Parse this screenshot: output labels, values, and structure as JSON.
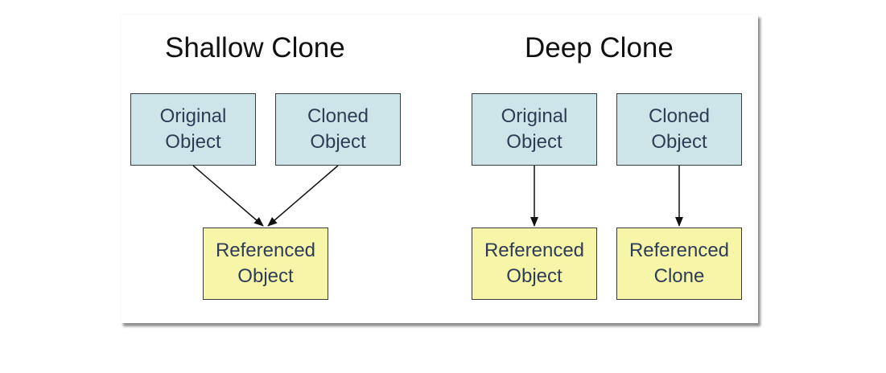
{
  "diagram": {
    "shallow": {
      "title": "Shallow Clone",
      "original": "Original\nObject",
      "cloned": "Cloned\nObject",
      "referenced": "Referenced\nObject"
    },
    "deep": {
      "title": "Deep Clone",
      "original": "Original\nObject",
      "cloned": "Cloned\nObject",
      "referenced_original": "Referenced\nObject",
      "referenced_clone": "Referenced\nClone"
    },
    "colors": {
      "object_fill": "#cde5e8",
      "reference_fill": "#f7f5a8",
      "text": "#2e3d57",
      "border": "#3a3a3a"
    }
  }
}
